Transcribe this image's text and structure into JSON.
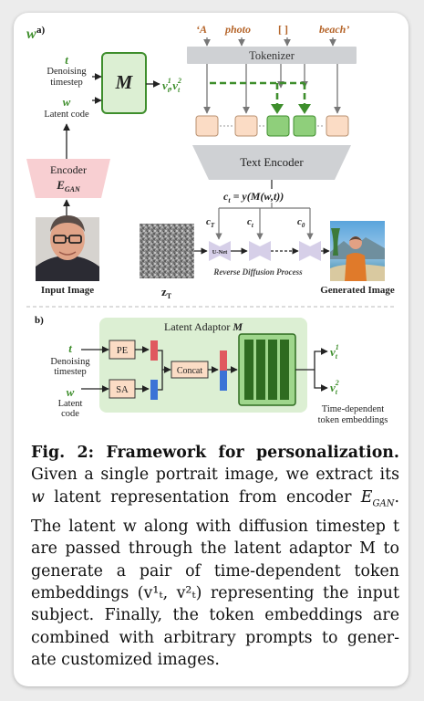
{
  "panel_a": {
    "label": "a)",
    "logo_text": "w",
    "t_label": "t",
    "denoising": "Denoising",
    "timestep": "timestep",
    "w_label": "w",
    "latent_code": "Latent code",
    "M_label": "M",
    "v_pair": "v",
    "encoder": "Encoder",
    "encoder_name": "E",
    "encoder_sub": "GAN",
    "input_image": "Input Image",
    "prompt_tokens": [
      "‘A",
      "photo",
      "[ ]",
      "beach’"
    ],
    "tokenizer": "Tokenizer",
    "text_encoder": "Text Encoder",
    "ct_eq": "c  = y(M(w,t))",
    "c_labels": [
      "c",
      "c",
      "c"
    ],
    "c_subs": [
      "T",
      "t",
      "0"
    ],
    "unet": "U-Net",
    "reverse": "Reverse Diffusion Process",
    "zT": "z",
    "zT_sub": "T",
    "generated": "Generated Image"
  },
  "panel_b": {
    "label": "b)",
    "title": "Latent Adaptor",
    "title_M": "M",
    "t_label": "t",
    "denoising": "Denoising",
    "timestep": "timestep",
    "w_label": "w",
    "latent": "Latent",
    "code": "code",
    "pe": "PE",
    "sa": "SA",
    "concat": "Concat",
    "v1": "v",
    "v2": "v",
    "time_dependent": "Time-dependent",
    "token_embeddings": "token embeddings"
  },
  "caption": {
    "title": "Fig. 2: Framework for personalization.",
    "lines": [
      "Given a single portrait image, we extract its",
      "w latent representation from encoder E",
      "The latent w along with diffusion timestep",
      "t are passed through the latent adaptor M",
      "to generate a pair of time-dependent token",
      "embeddings (v¹ₜ, v²ₜ) representing the input",
      "subject. Finally, the token embeddings are",
      "combined with arbitrary prompts to gener-",
      "ate customized images."
    ],
    "gan_sub": "GAN"
  },
  "colors": {
    "green": "#3e8e2c",
    "green_fill": "#9fd68c",
    "panel_bg": "#dcefd3",
    "orange": "#b5652a",
    "token_fill": "#fbdcc5",
    "encoder_fill": "#f8cfd2",
    "gray_bar": "#cfd1d4"
  }
}
